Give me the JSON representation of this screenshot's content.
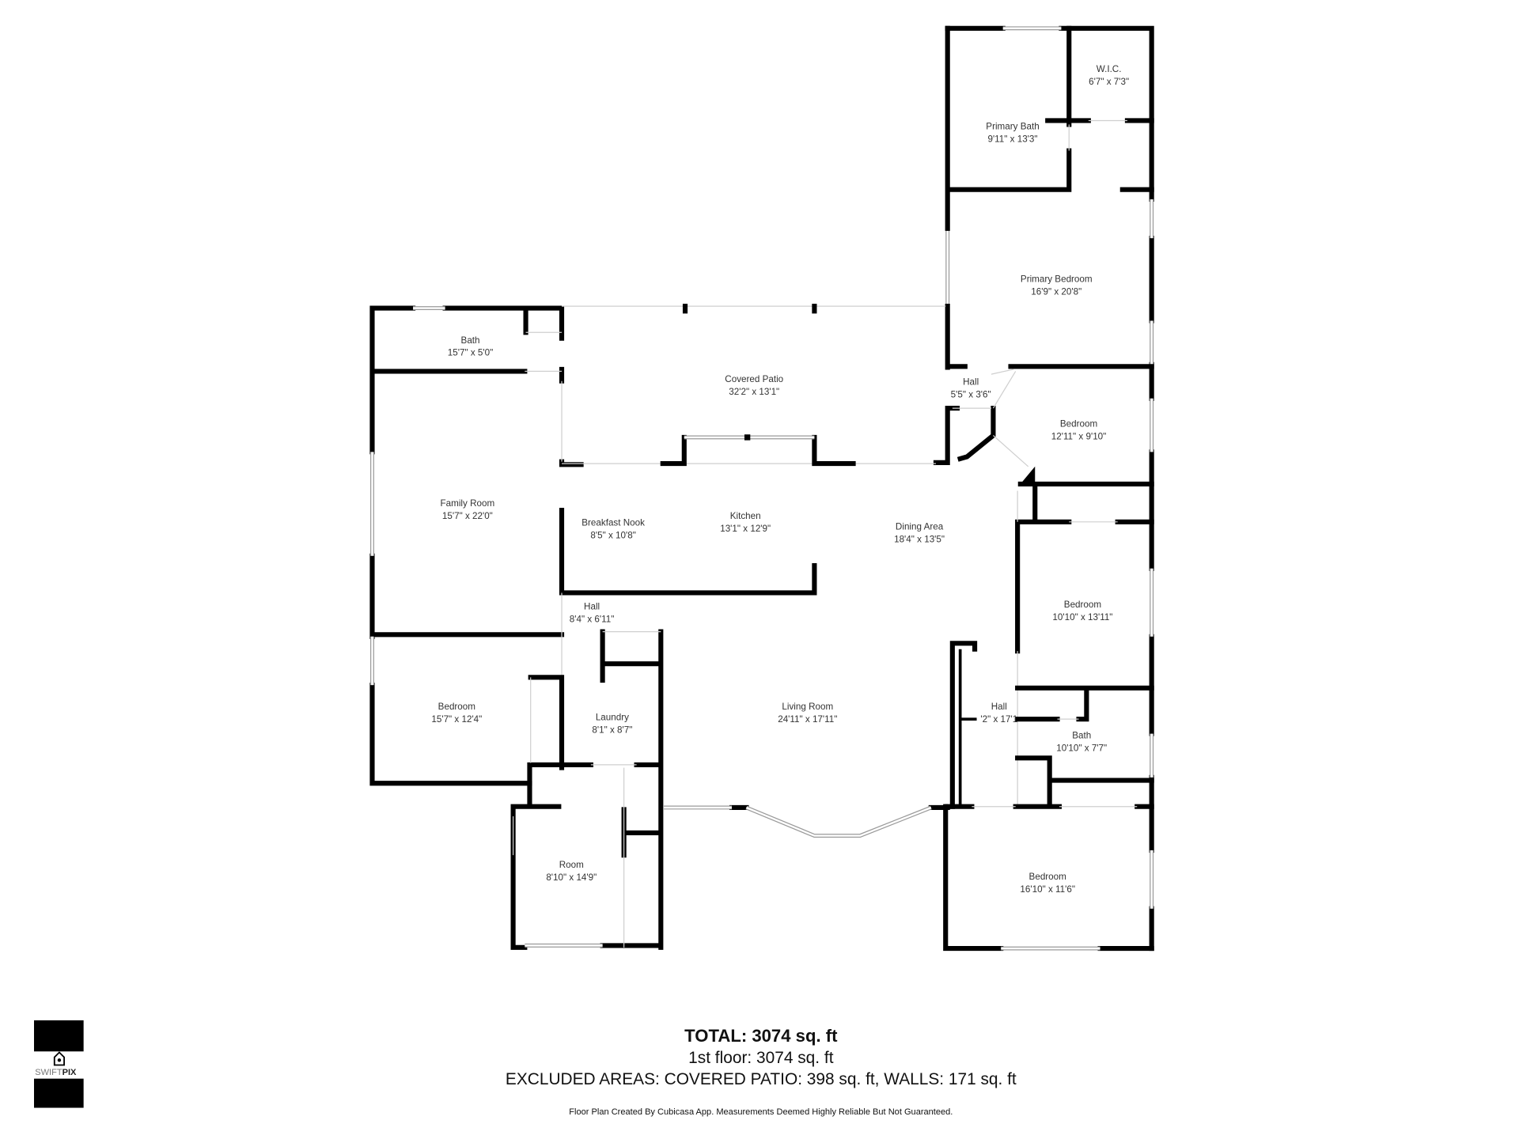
{
  "rooms": {
    "wic": {
      "name": "W.I.C.",
      "size": "6'7\" x 7'3\""
    },
    "primary_bath": {
      "name": "Primary Bath",
      "size": "9'11\" x 13'3\""
    },
    "primary_bedroom": {
      "name": "Primary Bedroom",
      "size": "16'9\" x 20'8\""
    },
    "hall_1": {
      "name": "Hall",
      "size": "5'5\" x 3'6\""
    },
    "bedroom_1": {
      "name": "Bedroom",
      "size": "12'11\" x 9'10\""
    },
    "bath_1": {
      "name": "Bath",
      "size": "15'7\" x 5'0\""
    },
    "covered_patio": {
      "name": "Covered Patio",
      "size": "32'2\" x 13'1\""
    },
    "family_room": {
      "name": "Family Room",
      "size": "15'7\" x 22'0\""
    },
    "breakfast_nook": {
      "name": "Breakfast Nook",
      "size": "8'5\" x 10'8\""
    },
    "kitchen": {
      "name": "Kitchen",
      "size": "13'1\" x 12'9\""
    },
    "dining_area": {
      "name": "Dining Area",
      "size": "18'4\" x 13'5\""
    },
    "bedroom_2": {
      "name": "Bedroom",
      "size": "10'10\" x 13'11\""
    },
    "hall_2": {
      "name": "Hall",
      "size": "8'4\" x 6'11\""
    },
    "bedroom_3": {
      "name": "Bedroom",
      "size": "15'7\" x 12'4\""
    },
    "laundry": {
      "name": "Laundry",
      "size": "8'1\" x 8'7\""
    },
    "living_room": {
      "name": "Living Room",
      "size": "24'11\" x 17'11\""
    },
    "hall_3": {
      "name": "Hall",
      "size": "'2\" x 17'1"
    },
    "bath_2": {
      "name": "Bath",
      "size": "10'10\" x 7'7\""
    },
    "room": {
      "name": "Room",
      "size": "8'10\" x 14'9\""
    },
    "bedroom_4": {
      "name": "Bedroom",
      "size": "16'10\" x 11'6\""
    }
  },
  "summary": {
    "total": "TOTAL: 3074 sq. ft",
    "floor": "1st floor: 3074 sq. ft",
    "excluded": "EXCLUDED AREAS: COVERED PATIO: 398 sq. ft, WALLS: 171 sq. ft",
    "disclaimer": "Floor Plan Created By Cubicasa App. Measurements Deemed Highly Reliable But Not Guaranteed."
  },
  "logo": {
    "text_light": "SWIFT",
    "text_bold": "PIX"
  }
}
